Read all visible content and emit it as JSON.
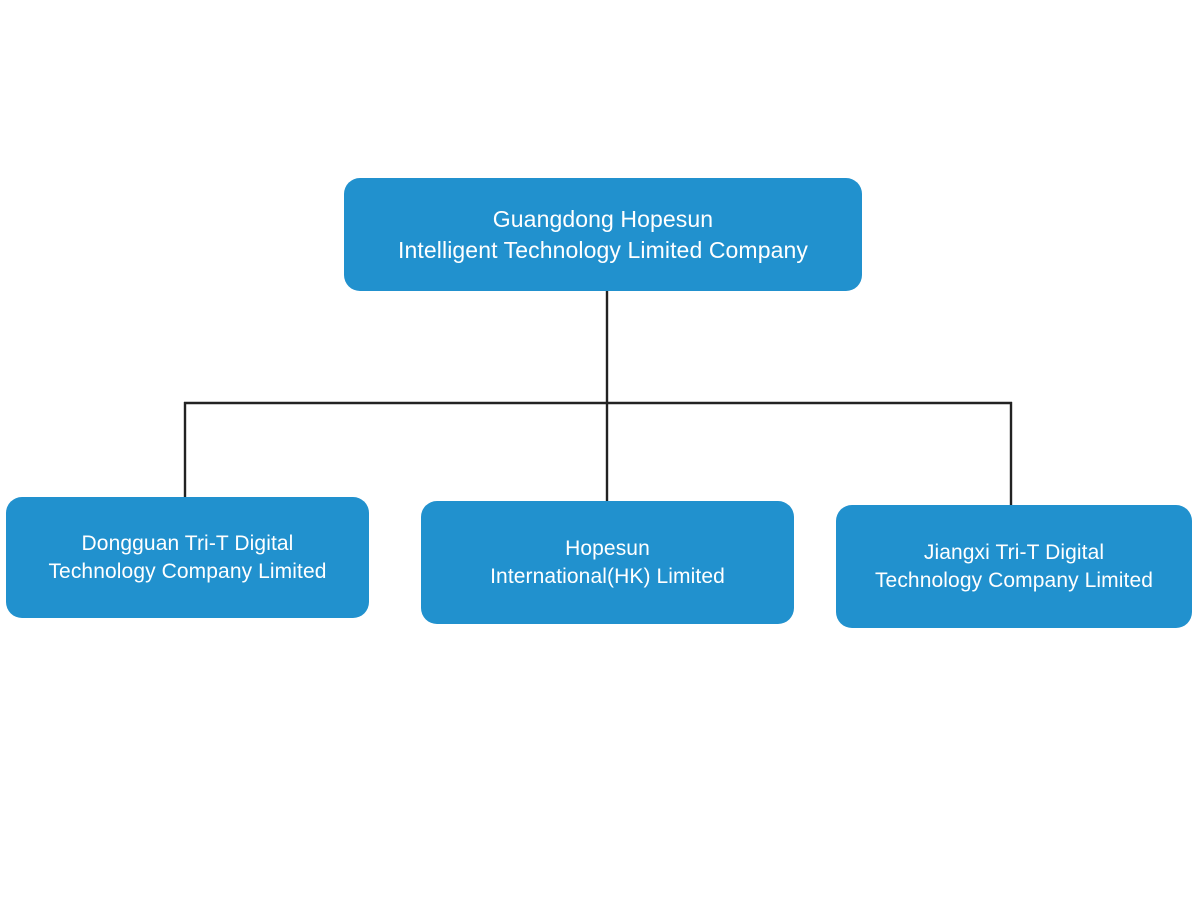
{
  "chart_data": {
    "type": "diagram",
    "diagram_type": "organizational-chart",
    "orientation": "top-down",
    "title": "",
    "theme": {
      "node_fill": "#2191ce",
      "node_text_color": "#ffffff",
      "connector_color": "#222222",
      "background": "#ffffff",
      "corner_radius_px": 16
    },
    "nodes": [
      {
        "id": "root",
        "level": 0,
        "lines": [
          "Guangdong Hopesun",
          "Intelligent Technology Limited Company"
        ],
        "full_name": "Guangdong Hopesun Intelligent Technology Limited Company"
      },
      {
        "id": "child-0",
        "level": 1,
        "lines": [
          "Dongguan Tri-T Digital",
          "Technology Company Limited"
        ],
        "full_name": "Dongguan Tri-T Digital Technology Company Limited"
      },
      {
        "id": "child-1",
        "level": 1,
        "lines": [
          "Hopesun",
          "International(HK) Limited"
        ],
        "full_name": "Hopesun International(HK) Limited"
      },
      {
        "id": "child-2",
        "level": 1,
        "lines": [
          "Jiangxi Tri-T Digital",
          "Technology Company Limited"
        ],
        "full_name": "Jiangxi Tri-T Digital Technology Company Limited"
      }
    ],
    "edges": [
      {
        "from": "root",
        "to": "child-0",
        "style": "elbow"
      },
      {
        "from": "root",
        "to": "child-1",
        "style": "straight"
      },
      {
        "from": "root",
        "to": "child-2",
        "style": "elbow"
      }
    ]
  },
  "root": {
    "line1": "Guangdong Hopesun",
    "line2": "Intelligent Technology Limited Company"
  },
  "children": [
    {
      "line1": "Dongguan Tri-T Digital",
      "line2": "Technology Company Limited"
    },
    {
      "line1": "Hopesun",
      "line2": "International(HK) Limited"
    },
    {
      "line1": "Jiangxi Tri-T Digital",
      "line2": "Technology Company Limited"
    }
  ]
}
